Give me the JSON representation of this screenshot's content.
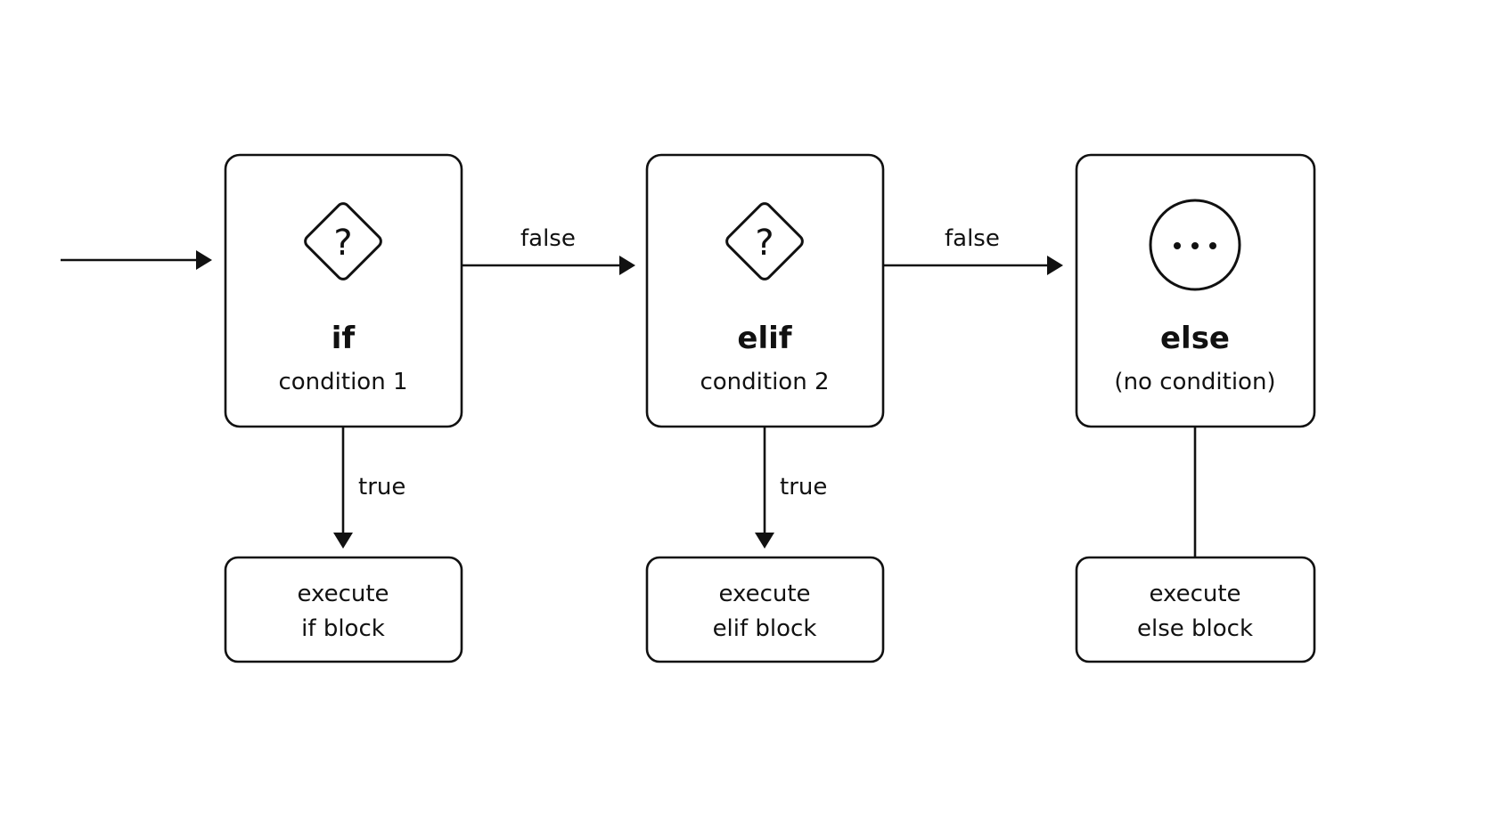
{
  "colors": {
    "stroke": "#111111",
    "background": "#ffffff"
  },
  "nodes": {
    "if_node": {
      "icon": "question-diamond-icon",
      "icon_glyph": "?",
      "title": "if",
      "subtitle": "condition 1"
    },
    "elif_node": {
      "icon": "question-diamond-icon",
      "icon_glyph": "?",
      "title": "elif",
      "subtitle": "condition 2"
    },
    "else_node": {
      "icon": "ellipsis-circle-icon",
      "title": "else",
      "subtitle": "(no condition)"
    }
  },
  "blocks": {
    "if_block": {
      "line1": "execute",
      "line2": "if block"
    },
    "elif_block": {
      "line1": "execute",
      "line2": "elif block"
    },
    "else_block": {
      "line1": "execute",
      "line2": "else block"
    }
  },
  "edges": {
    "if_to_elif": "false",
    "elif_to_else": "false",
    "if_to_block": "true",
    "elif_to_block": "true"
  }
}
